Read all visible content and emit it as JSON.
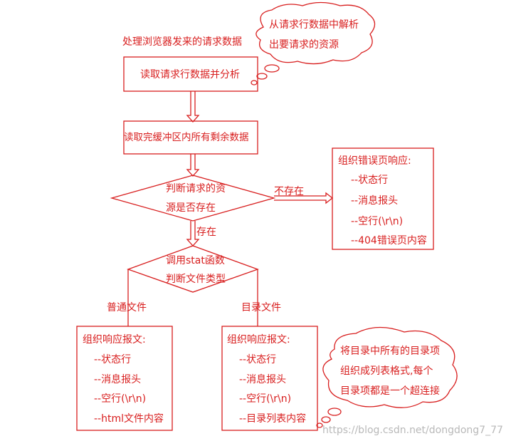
{
  "title": "处理浏览器发来的请求数据",
  "cloud_top": {
    "line1": "从请求行数据中解析",
    "line2": "出要请求的资源"
  },
  "step_read_line": "读取请求行数据并分析",
  "step_read_rest": "读取完缓冲区内所有剩余数据",
  "decision_exists": {
    "line1": "判断请求的资",
    "line2": "源是否存在"
  },
  "edge_not_exists": "不存在",
  "edge_exists": "存在",
  "error_box": {
    "title": "组织错误页响应:",
    "items": [
      "--状态行",
      "--消息报头",
      "--空行(\\r\\n)",
      "--404错误页内容"
    ]
  },
  "decision_type": {
    "line1": "调用stat函数",
    "line2": "判断文件类型"
  },
  "edge_regular": "普通文件",
  "edge_directory": "目录文件",
  "regular_box": {
    "title": "组织响应报文:",
    "items": [
      "--状态行",
      "--消息报头",
      "--空行(\\r\\n)",
      "--html文件内容"
    ]
  },
  "directory_box": {
    "title": "组织响应报文:",
    "items": [
      "--状态行",
      "--消息报头",
      "--空行(\\r\\n)",
      "--目录列表内容"
    ]
  },
  "cloud_bottom": {
    "line1": "将目录中所有的目录项",
    "line2": "组织成列表格式,每个",
    "line3": "目录项都是一个超连接"
  },
  "watermark": "https://blog.csdn.net/dongdong7_77",
  "colors": {
    "stroke": "#d81e1e",
    "text": "#d81e1e",
    "watermark": "#b9b9b9"
  }
}
